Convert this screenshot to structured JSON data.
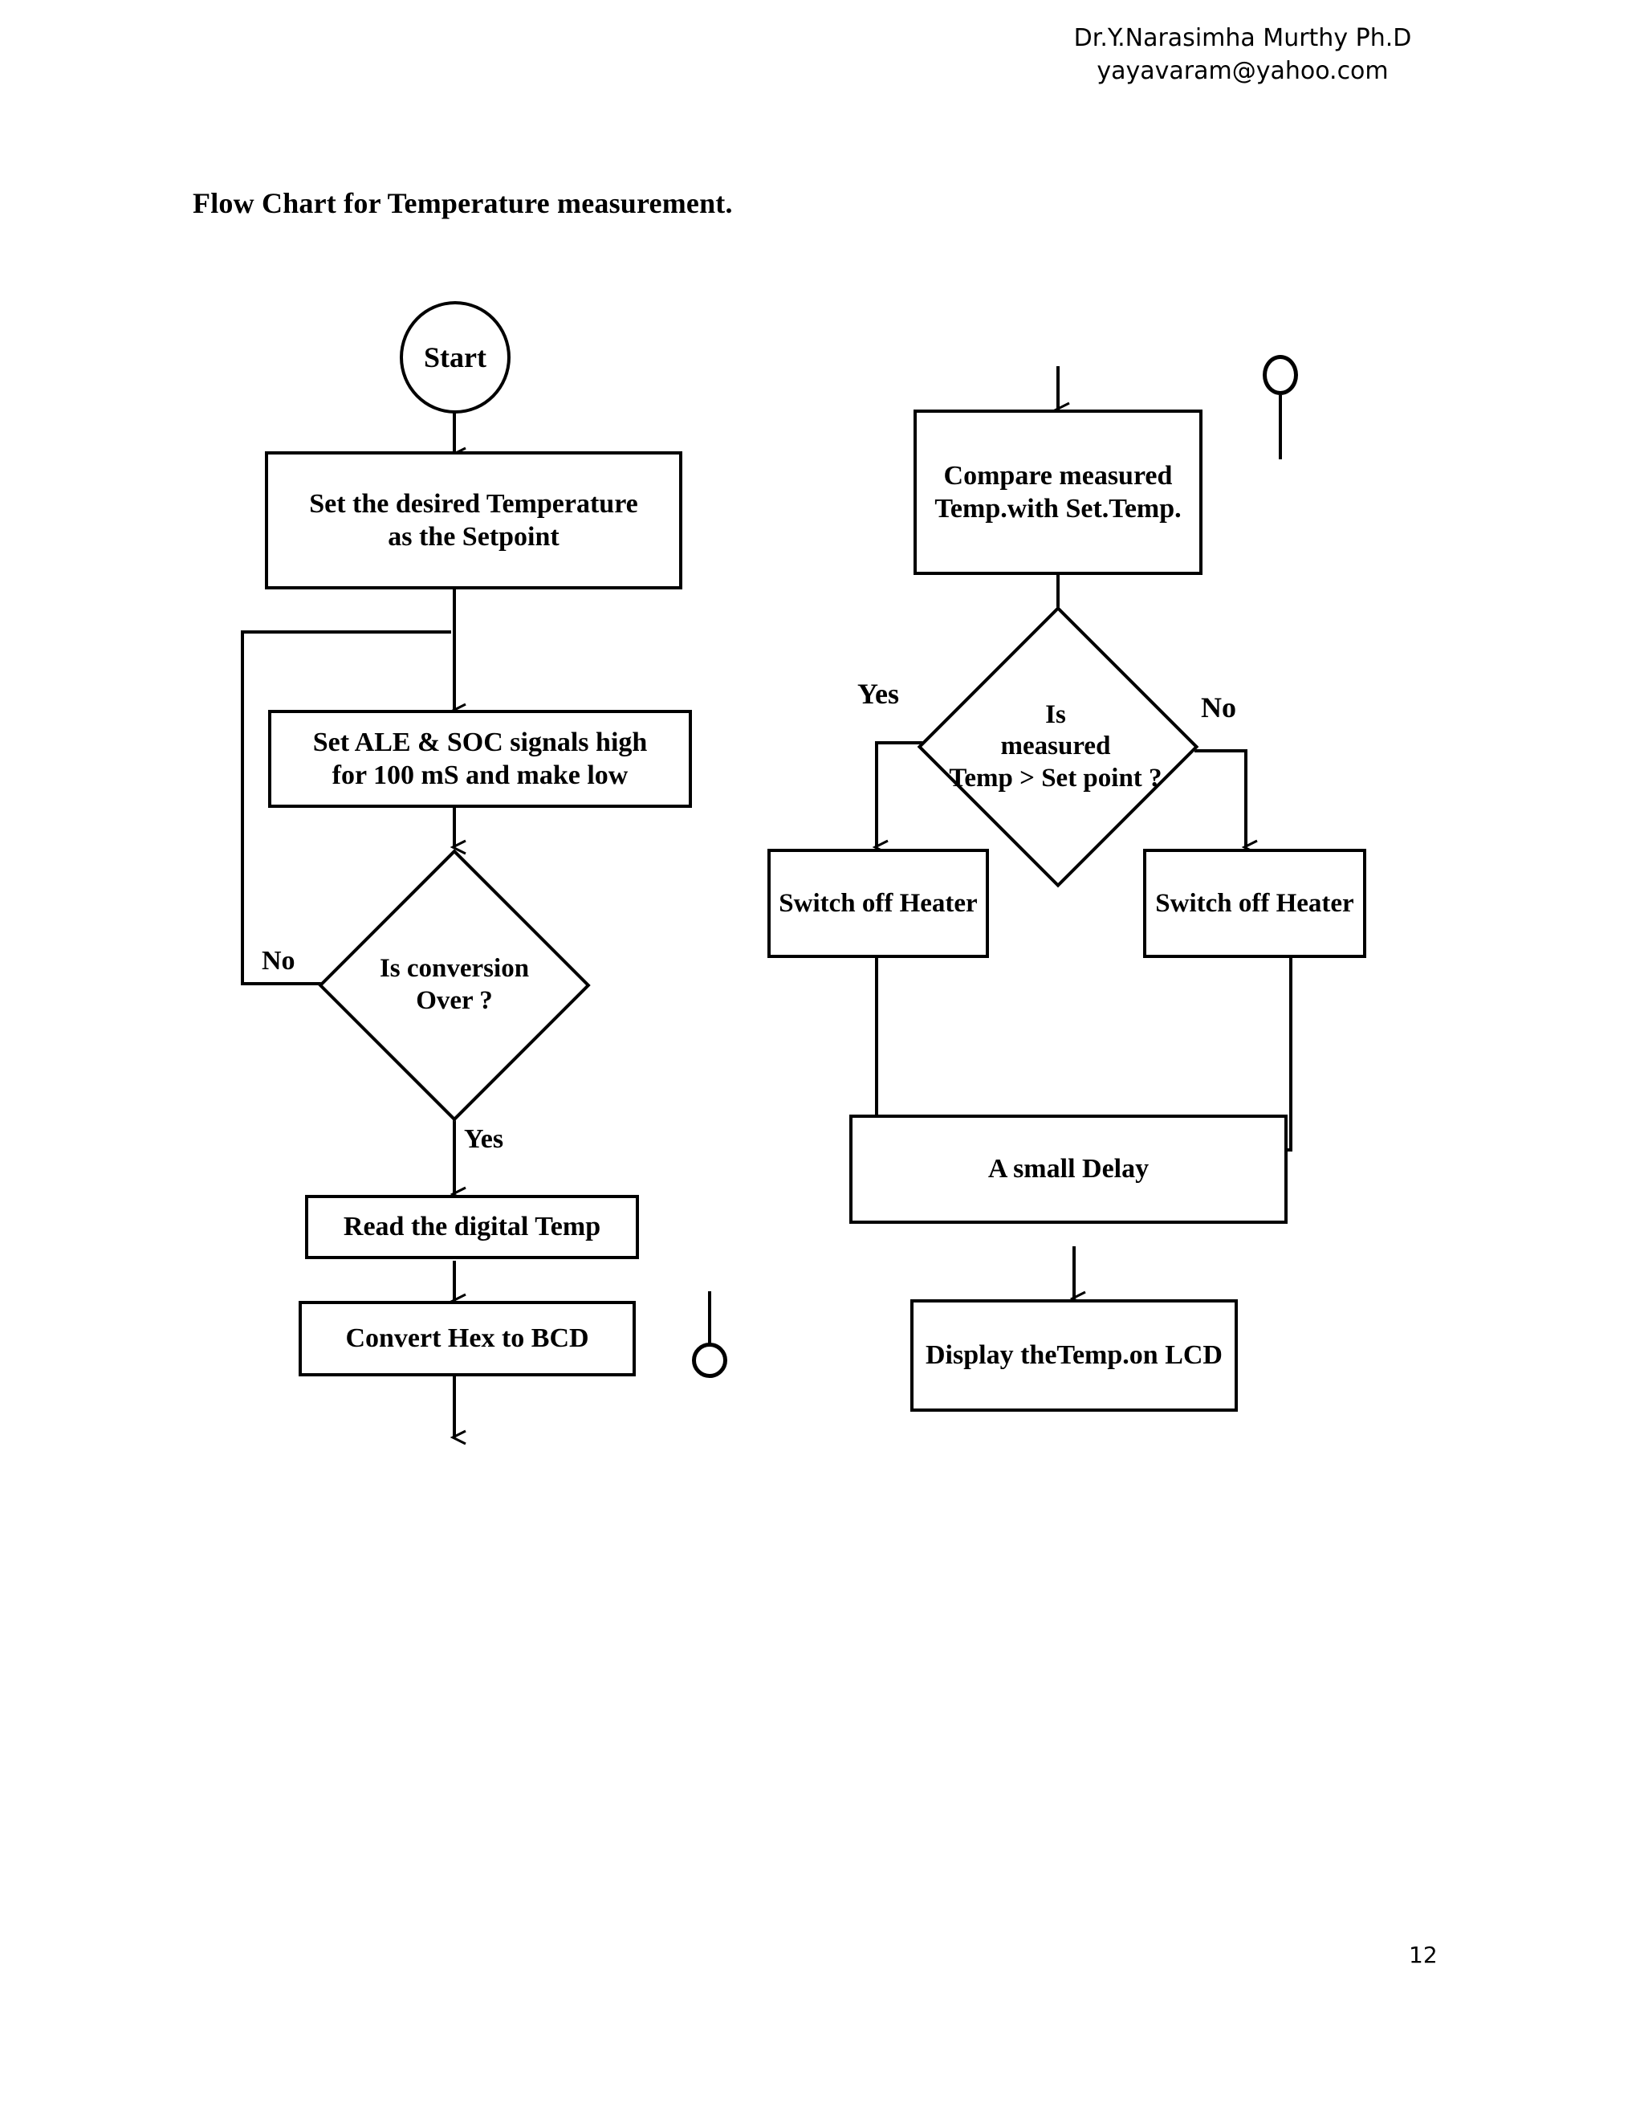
{
  "header": {
    "author": "Dr.Y.Narasimha Murthy Ph.D",
    "email": "yayavaram@yahoo.com"
  },
  "title": "Flow Chart for Temperature measurement.",
  "page_number": "12",
  "chart_data": {
    "type": "diagram",
    "subtype": "flowchart",
    "title": "Flow Chart for Temperature measurement.",
    "orientation": "two-column, top-to-bottom",
    "nodes": [
      {
        "id": "start",
        "shape": "terminal",
        "label": "Start",
        "column": "left"
      },
      {
        "id": "setpoint",
        "shape": "process",
        "label": "Set the desired Temperature\nas the Setpoint",
        "column": "left"
      },
      {
        "id": "ale_soc",
        "shape": "process",
        "label": "Set ALE & SOC signals high\nfor 100 mS and make low",
        "column": "left"
      },
      {
        "id": "conv_over",
        "shape": "decision",
        "label": "Is conversion\nOver ?",
        "column": "left"
      },
      {
        "id": "read_temp",
        "shape": "process",
        "label": "Read the digital Temp",
        "column": "left"
      },
      {
        "id": "hex_bcd",
        "shape": "process",
        "label": "Convert Hex to BCD",
        "column": "left"
      },
      {
        "id": "conn_out",
        "shape": "connector",
        "label": "",
        "column": "left"
      },
      {
        "id": "conn_in",
        "shape": "connector",
        "label": "",
        "column": "right"
      },
      {
        "id": "compare",
        "shape": "process",
        "label": "Compare measured\nTemp.with Set.Temp.",
        "column": "right"
      },
      {
        "id": "temp_gt_set",
        "shape": "decision",
        "label": "Is\nmeasured\nTemp > Set point ?",
        "column": "right"
      },
      {
        "id": "heater_off_l",
        "shape": "process",
        "label": "Switch off Heater",
        "column": "right"
      },
      {
        "id": "heater_off_r",
        "shape": "process",
        "label": "Switch off Heater",
        "column": "right"
      },
      {
        "id": "delay",
        "shape": "process",
        "label": "A small Delay",
        "column": "right"
      },
      {
        "id": "display",
        "shape": "process",
        "label": "Display theTemp.on LCD",
        "column": "right"
      }
    ],
    "edges": [
      {
        "from": "start",
        "to": "setpoint",
        "label": ""
      },
      {
        "from": "setpoint",
        "to": "ale_soc",
        "label": ""
      },
      {
        "from": "ale_soc",
        "to": "conv_over",
        "label": ""
      },
      {
        "from": "conv_over",
        "to": "ale_soc",
        "label": "No"
      },
      {
        "from": "conv_over",
        "to": "read_temp",
        "label": "Yes"
      },
      {
        "from": "read_temp",
        "to": "hex_bcd",
        "label": ""
      },
      {
        "from": "hex_bcd",
        "to": "conn_out",
        "label": ""
      },
      {
        "from": "conn_in",
        "to": "compare",
        "label": ""
      },
      {
        "from": "compare",
        "to": "temp_gt_set",
        "label": ""
      },
      {
        "from": "temp_gt_set",
        "to": "heater_off_l",
        "label": "Yes"
      },
      {
        "from": "temp_gt_set",
        "to": "heater_off_r",
        "label": "No"
      },
      {
        "from": "heater_off_l",
        "to": "delay",
        "label": ""
      },
      {
        "from": "heater_off_r",
        "to": "delay",
        "label": ""
      },
      {
        "from": "delay",
        "to": "display",
        "label": ""
      }
    ],
    "edge_labels": {
      "conv_over_no": "No",
      "conv_over_yes": "Yes",
      "decision_yes": "Yes",
      "decision_no": "No"
    },
    "colors": {
      "stroke": "#000000",
      "fill": "#ffffff",
      "text": "#000000"
    }
  },
  "nodes": {
    "start": {
      "label": "Start"
    },
    "setpoint": {
      "label": "Set the desired Temperature\nas the Setpoint"
    },
    "ale_soc": {
      "label": "Set ALE & SOC signals high\nfor 100 mS and make low"
    },
    "conv_over": {
      "label": "Is conversion\nOver ?"
    },
    "read_temp": {
      "label": "Read the digital Temp"
    },
    "hex_bcd": {
      "label": "Convert Hex to BCD"
    },
    "compare": {
      "label": "Compare measured\nTemp.with Set.Temp."
    },
    "temp_gt_set": {
      "label": "Is\nmeasured\nTemp > Set point ?"
    },
    "heater_off_l": {
      "label": "Switch off Heater"
    },
    "heater_off_r": {
      "label": "Switch off Heater"
    },
    "delay": {
      "label": "A small Delay"
    },
    "display": {
      "label": "Display theTemp.on LCD"
    }
  },
  "labels": {
    "conv_over_no": "No",
    "conv_over_yes": "Yes",
    "decision_yes": "Yes",
    "decision_no": "No"
  }
}
